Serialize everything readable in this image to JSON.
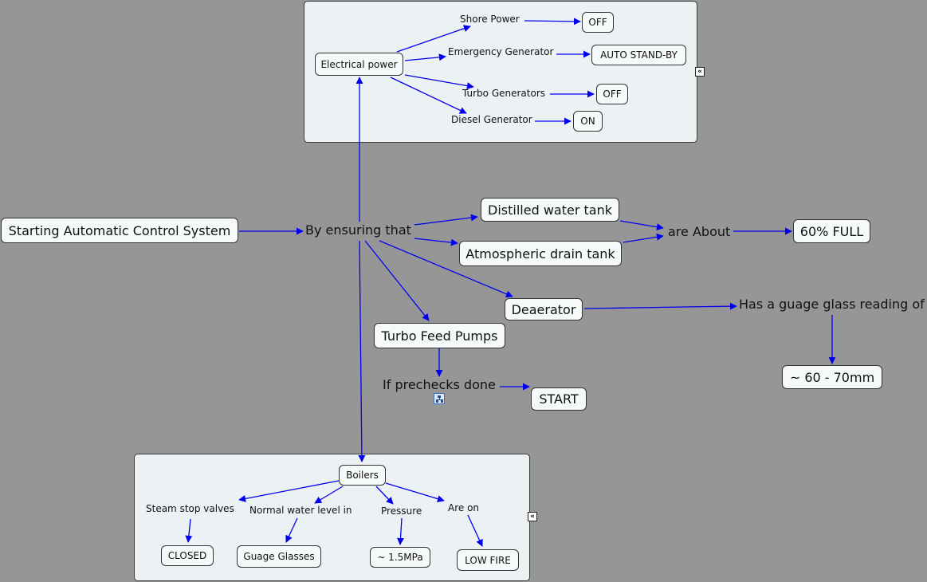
{
  "colors": {
    "background": "#969696",
    "arrow": "#0000ee",
    "group_fill": "#ecf2f4",
    "node_fill": "#f6f9fa"
  },
  "icons": {
    "collapse": "double-chevron-left-icon",
    "nested_map": "nested-map-icon"
  },
  "nodes": {
    "start_system": "Starting Automatic Control System",
    "by_ensuring": "By ensuring that",
    "distilled_tank": "Distilled water tank",
    "drain_tank": "Atmospheric drain tank",
    "are_about": "are About",
    "sixty_full": "60% FULL",
    "deaerator": "Deaerator",
    "gauge_reading": "Has a guage glass reading of",
    "mm_range": "~ 60 - 70mm",
    "turbo_feed_pumps": "Turbo Feed Pumps",
    "prechecks": "If prechecks done",
    "start": "START"
  },
  "electrical_group": {
    "root": "Electrical power",
    "shore_power": "Shore Power",
    "shore_state": "OFF",
    "emergency_gen": "Emergency Generator",
    "emergency_state": "AUTO STAND-BY",
    "turbo_gens": "Turbo Generators",
    "turbo_state": "OFF",
    "diesel_gen": "Diesel Generator",
    "diesel_state": "ON"
  },
  "boiler_group": {
    "root": "Boilers",
    "steam_valves": "Steam stop valves",
    "valves_state": "CLOSED",
    "water_level": "Normal water level in",
    "gauge_glasses": "Guage Glasses",
    "pressure": "Pressure",
    "pressure_value": "~ 1.5MPa",
    "are_on": "Are on",
    "fire_state": "LOW FIRE"
  }
}
